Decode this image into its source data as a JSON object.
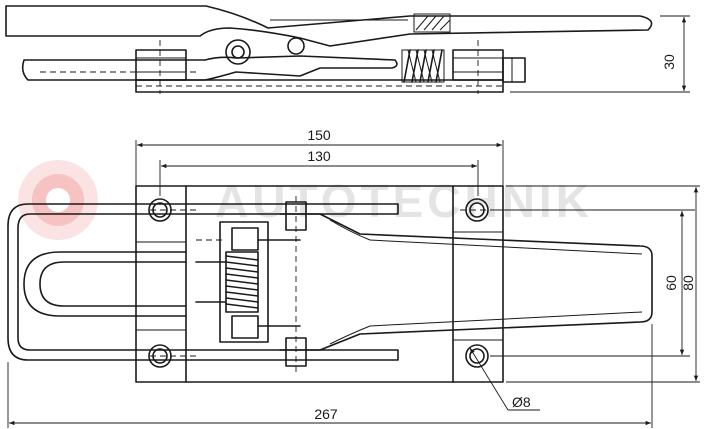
{
  "watermark": {
    "text": "AUTOTECHNIK"
  },
  "dimensions": {
    "side_height": "30",
    "mount_width": "150",
    "hole_spacing": "130",
    "hole_distance": "60",
    "mount_height": "80",
    "hole_diameter": "Ø8",
    "total_length": "267"
  },
  "colors": {
    "line": "#1a1a1a",
    "watermark_red": "#e53935",
    "watermark_gray": "#e4e4e4"
  }
}
